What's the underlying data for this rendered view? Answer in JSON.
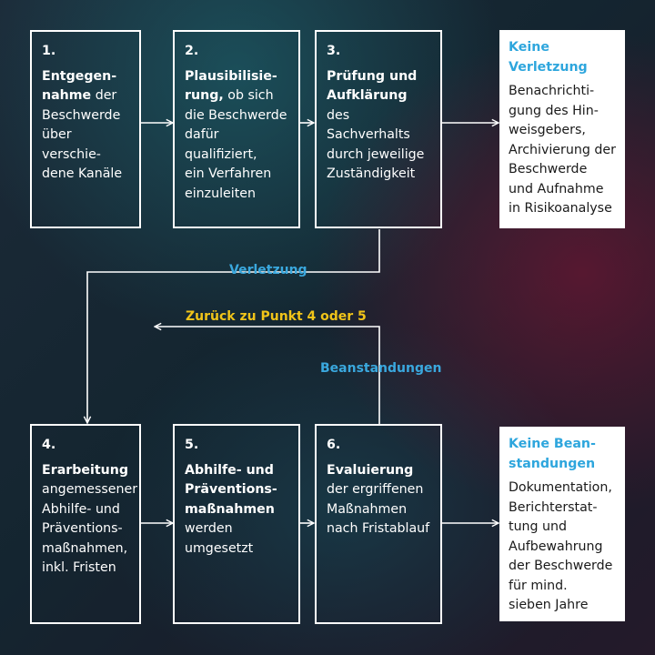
{
  "top_row": [
    {
      "number": "1.",
      "title": "Entgegen-\nnahme",
      "text": " der\nBeschwerde\nüber verschie-\ndene Kanäle"
    },
    {
      "number": "2.",
      "title": "Plausibilisie-\nrung,",
      "text": " ob sich\ndie Beschwerde\ndafür\nqualifiziert,\nein Verfahren\neinzuleiten"
    },
    {
      "number": "3.",
      "title": "Prüfung und\nAufklärung",
      "text": " des\nSachverhalts\ndurch jeweilige\nZuständigkeit"
    }
  ],
  "outcome_top": {
    "heading": "Keine\nVerletzung",
    "text": "Benachrichti-\ngung des Hin-\nweisgebers,\nArchivierung der\nBeschwerde\nund Aufnahme\nin Risikoanalyse"
  },
  "bottom_row": [
    {
      "number": "4.",
      "title": "Erarbeitung",
      "text": "\nangemessener\nAbhilfe- und\nPräventions-\nmaßnahmen,\ninkl. Fristen"
    },
    {
      "number": "5.",
      "title": "Abhilfe- und\nPräventions-\nmaßnahmen",
      "text": "\nwerden\numgesetzt"
    },
    {
      "number": "6.",
      "title": "Evaluierung",
      "text": "\nder ergriffenen\nMaßnahmen\nnach Fristablauf"
    }
  ],
  "outcome_bottom": {
    "heading": "Keine Bean-\nstandungen",
    "text": "Dokumentation,\nBerichterstat-\ntung und\nAufbewahrung\nder Beschwerde\nfür mind.\nsieben Jahre"
  },
  "labels": {
    "verletzung": "Verletzung",
    "zurueck": "Zurück zu Punkt 4 oder 5",
    "beanstandungen": "Beanstandungen"
  },
  "colors": {
    "accent_blue": "#2ea6dd",
    "accent_yellow": "#f0c419",
    "line": "#ffffff"
  }
}
